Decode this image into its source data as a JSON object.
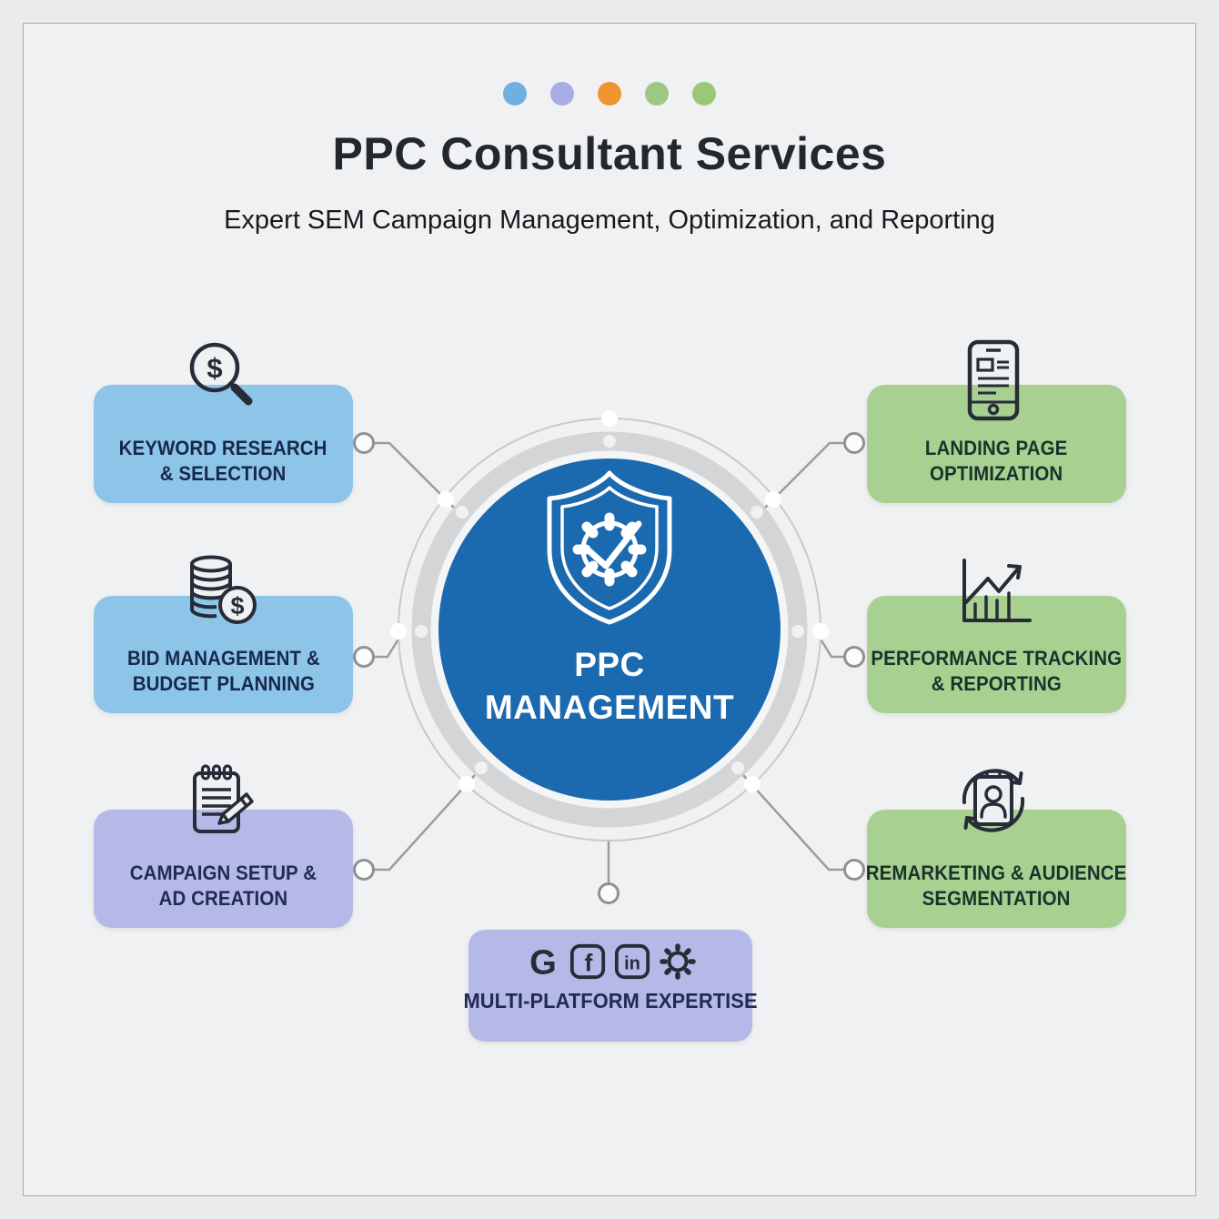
{
  "header": {
    "dots": [
      "#6fb1de",
      "#a8ace4",
      "#f09430",
      "#9cc883",
      "#9bc878"
    ],
    "title": "PPC Consultant Services",
    "subtitle": "Expert SEM Campaign Management, Optimization, and Reporting"
  },
  "center": {
    "icon": "shield-gear-check-icon",
    "line1": "PPC",
    "line2": "MANAGEMENT",
    "color": "#1b69af"
  },
  "services": {
    "left": [
      {
        "line1": "KEYWORD RESEARCH",
        "line2": "& SELECTION",
        "icon": "magnifier-dollar-icon",
        "icon_glyph": "$",
        "color": "#8dc5e8"
      },
      {
        "line1": "BID MANAGEMENT &",
        "line2": "BUDGET PLANNING",
        "icon": "coins-dollar-icon",
        "icon_glyph": "$",
        "color": "#8dc5e8"
      },
      {
        "line1": "CAMPAIGN SETUP &",
        "line2": "AD CREATION",
        "icon": "notepad-pencil-icon",
        "color": "#b5b9e8"
      }
    ],
    "right": [
      {
        "line1": "LANDING PAGE",
        "line2": "OPTIMIZATION",
        "icon": "phone-wireframe-icon",
        "color": "#a8d191"
      },
      {
        "line1": "PERFORMANCE TRACKING",
        "line2": "& REPORTING",
        "icon": "growth-chart-icon",
        "color": "#a8d191"
      },
      {
        "line1": "REMARKETING & AUDIENCE",
        "line2": "SEGMENTATION",
        "icon": "audience-sync-icon",
        "color": "#a8d191"
      }
    ]
  },
  "bottom": {
    "label": "MULTI-PLATFORM EXPERTISE",
    "color": "#b5b9e8",
    "icons": [
      "google-icon",
      "facebook-icon",
      "linkedin-icon",
      "gear-icon"
    ],
    "google_glyph": "G",
    "facebook_glyph": "f",
    "linkedin_glyph": "in"
  }
}
